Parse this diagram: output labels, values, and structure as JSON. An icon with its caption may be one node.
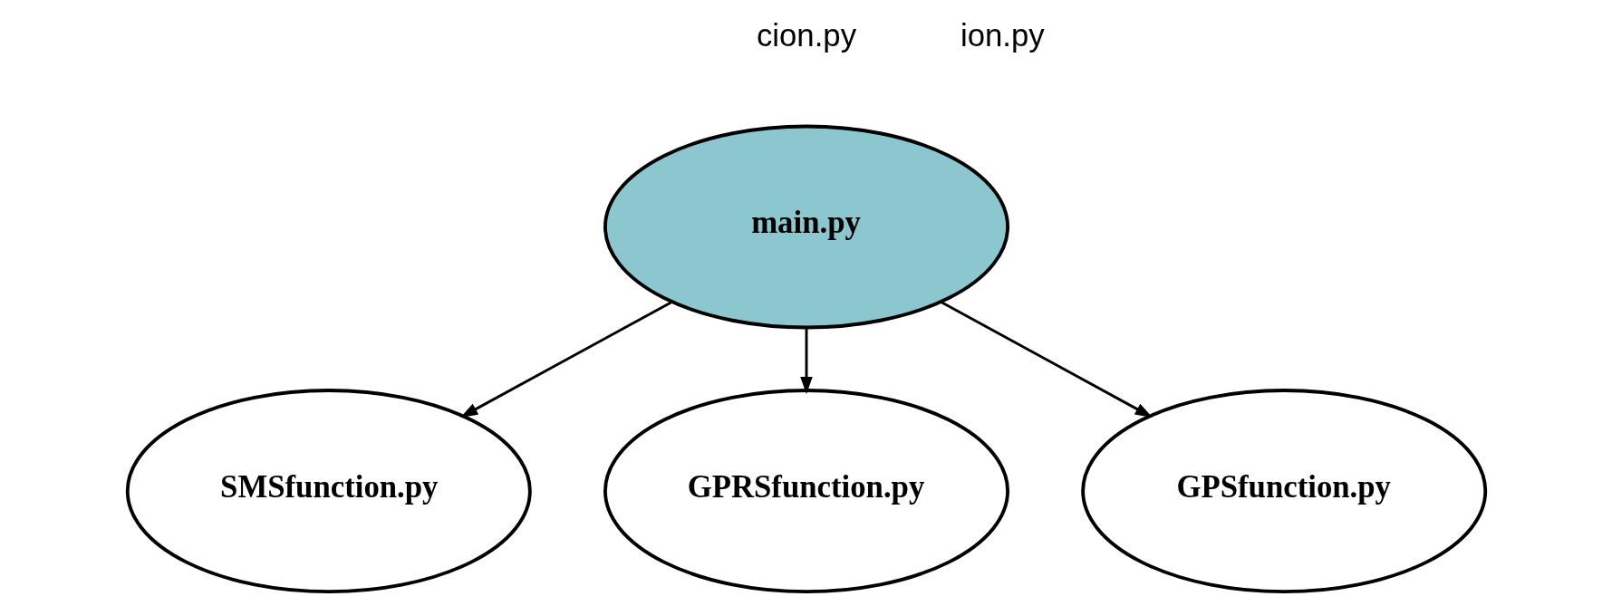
{
  "diagram": {
    "nodes": [
      {
        "text": [
          "main.py"
        ]
      },
      {
        "text": [
          "SMSfunction.py"
        ]
      },
      {
        "text": [
          "GPRSfunction.py"
        ]
      },
      {
        "text": [
          "GPSfunction.py"
        ]
      }
    ],
    "edges": [
      {
        "from": 0,
        "to": 1,
        "arrow": "to"
      },
      {
        "from": 0,
        "to": 2,
        "arrow": "to"
      },
      {
        "from": 0,
        "to": 3,
        "arrow": "to"
      }
    ],
    "labels": [
      "cion.py",
      "ion.py"
    ]
  }
}
